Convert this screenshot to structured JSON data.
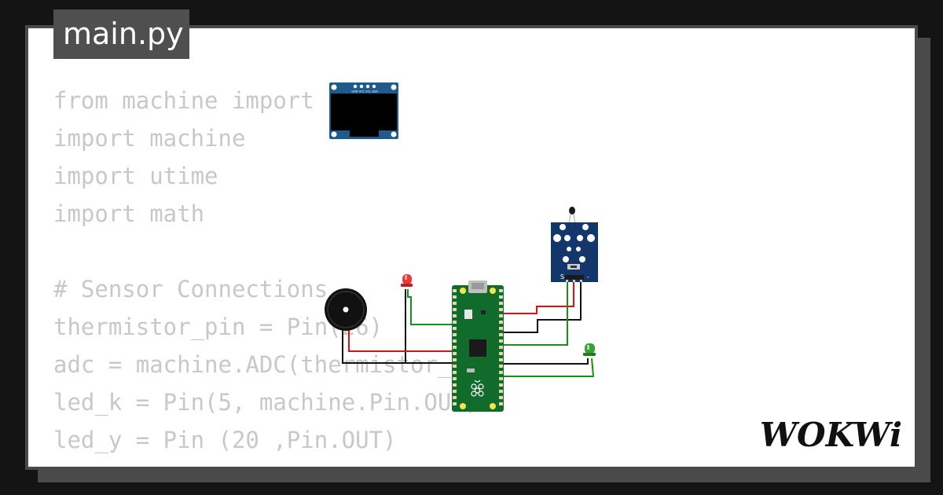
{
  "file_tab": {
    "label": "main.py"
  },
  "code_lines": [
    "from machine import",
    "import machine",
    "import utime",
    "import math",
    "",
    "# Sensor Connections",
    "thermistor_pin = Pin(26)",
    "adc = machine.ADC(thermistor_pin)",
    "led_k = Pin(5, machine.Pin.OUT)",
    "led_y = Pin (20 ,Pin.OUT)"
  ],
  "brand": {
    "logo_text": "WOKWi"
  },
  "colors": {
    "background": "#141414",
    "card": "#ffffff",
    "frame": "#4a4a4a",
    "code_text": "#c8c8c8",
    "pico_board": "#116c2c",
    "sensor_module": "#13376a",
    "oled_module": "#1d5a8e",
    "wire_red": "#e01010",
    "wire_black": "#111111",
    "wire_green": "#169016"
  },
  "components": {
    "oled": {
      "pin_labels": "GND VCC SCL SDA"
    },
    "sensor": {
      "pin_label_s": "S",
      "pin_label_minus": "-"
    }
  }
}
